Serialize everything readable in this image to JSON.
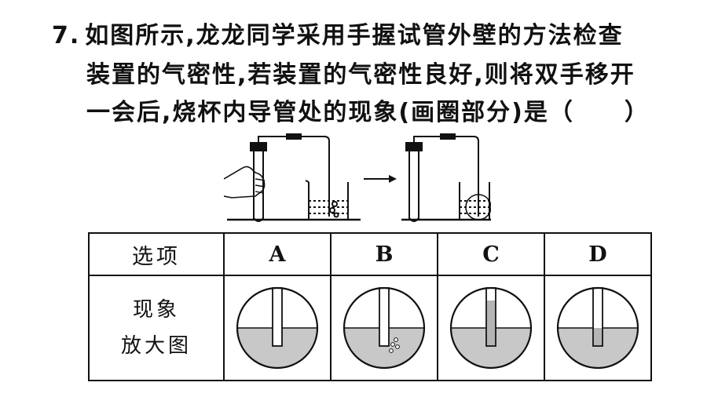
{
  "question": {
    "number": "7.",
    "line1": "如图所示,龙龙同学采用手握试管外壁的方法检查",
    "line2": "装置的气密性,若装置的气密性良好,则将双手移开",
    "line3": "一会后,烧杯内导管处的现象(画圈部分)是（　　）"
  },
  "table": {
    "header": {
      "label": "选项",
      "options": [
        "A",
        "B",
        "C",
        "D"
      ]
    },
    "row": {
      "label_line1": "现象",
      "label_line2": "放大图"
    }
  },
  "figure": {
    "arrow": "→",
    "options_depict": [
      "tube water level below outside water",
      "bubbles at tube bottom",
      "water column risen in tube",
      "tube water level equal to outside"
    ]
  },
  "colors": {
    "water": "#c8c8c8",
    "line": "#111111"
  }
}
